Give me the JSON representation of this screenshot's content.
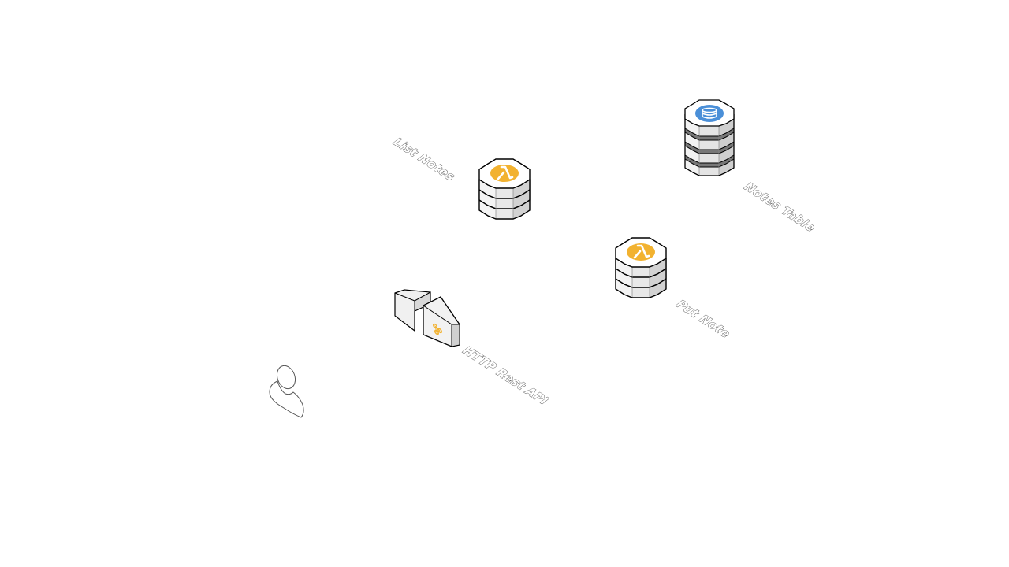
{
  "diagram": {
    "colors": {
      "background": "#ffffff",
      "outline": "#000000",
      "face_light": "#f2f2f2",
      "face_mid": "#dcdcdc",
      "face_dark": "#c4c4c4",
      "db_band": "#7a7a7a",
      "lambda_accent": "#f2b230",
      "dynamodb_accent": "#4a8fd8",
      "label_outline": "#444444"
    },
    "nodes": {
      "list_notes": {
        "label": "List Notes",
        "icon": "lambda-icon"
      },
      "put_note": {
        "label": "Put Note",
        "icon": "lambda-icon"
      },
      "notes_table": {
        "label": "Notes Table",
        "icon": "dynamodb-icon"
      },
      "http_api": {
        "label": "HTTP Rest API",
        "icon": "api-gateway-icon"
      },
      "user": {
        "label": "",
        "icon": "user-icon"
      }
    }
  }
}
